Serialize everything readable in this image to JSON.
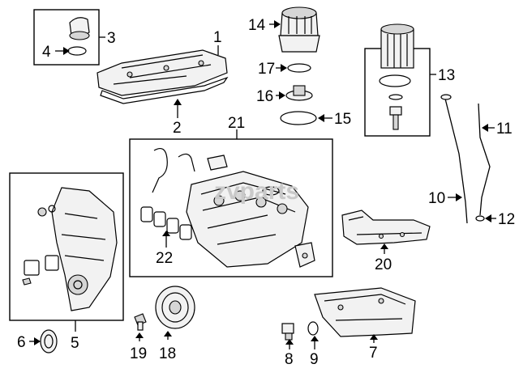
{
  "watermark": "zvparts",
  "callouts": {
    "c1": "1",
    "c2": "2",
    "c3": "3",
    "c4": "4",
    "c5": "5",
    "c6": "6",
    "c7": "7",
    "c8": "8",
    "c9": "9",
    "c10": "10",
    "c11": "11",
    "c12": "12",
    "c13": "13",
    "c14": "14",
    "c15": "15",
    "c16": "16",
    "c17": "17",
    "c18": "18",
    "c19": "19",
    "c20": "20",
    "c21": "21",
    "c22": "22"
  }
}
